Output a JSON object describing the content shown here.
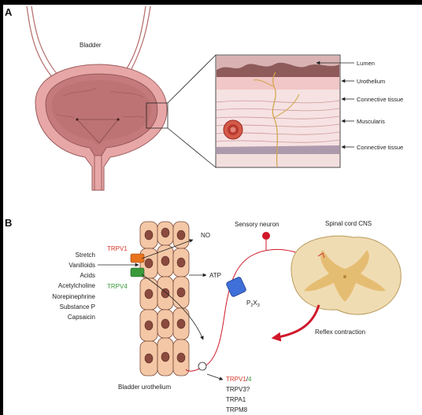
{
  "panel_a": {
    "letter": "A",
    "bladder_label": "Bladder",
    "layers": [
      "Lumen",
      "Urothelium",
      "Connective tissue",
      "Muscularis",
      "Connective tissue"
    ]
  },
  "panel_b": {
    "letter": "B",
    "stimuli": [
      "Stretch",
      "Vanilloids",
      "Acids",
      "Acetylcholine",
      "Norepinephrine",
      "Substance P",
      "Capsaicin"
    ],
    "trpv1": "TRPV1",
    "trpv4": "TRPV4",
    "no": "NO",
    "atp": "ATP",
    "p2x3": "P",
    "p2x3_sub1": "2",
    "p2x3_x": "X",
    "p2x3_sub2": "3",
    "sensory_neuron": "Sensory neuron",
    "spinal_cord": "Spinal cord CNS",
    "reflex": "Reflex contraction",
    "urothelium": "Bladder urothelium",
    "channels": {
      "trpv1_part": "TRPV1",
      "slash": "/",
      "trpv4_part": "4",
      "others": [
        "TRPV3?",
        "TRPA1",
        "TRPM8"
      ]
    }
  },
  "colors": {
    "trpv1": "#d6392b",
    "trpv4": "#3a9a3a",
    "nerve": "#d0182a",
    "bladder_outer": "#e8a7a7",
    "bladder_inner": "#c47a7a",
    "cell_fill": "#f4c8a6",
    "nucleus": "#8a4a3e",
    "receptor": "#3f6fd8",
    "spinal": "#f0dcb3",
    "spinal_gray": "#e3b766"
  }
}
